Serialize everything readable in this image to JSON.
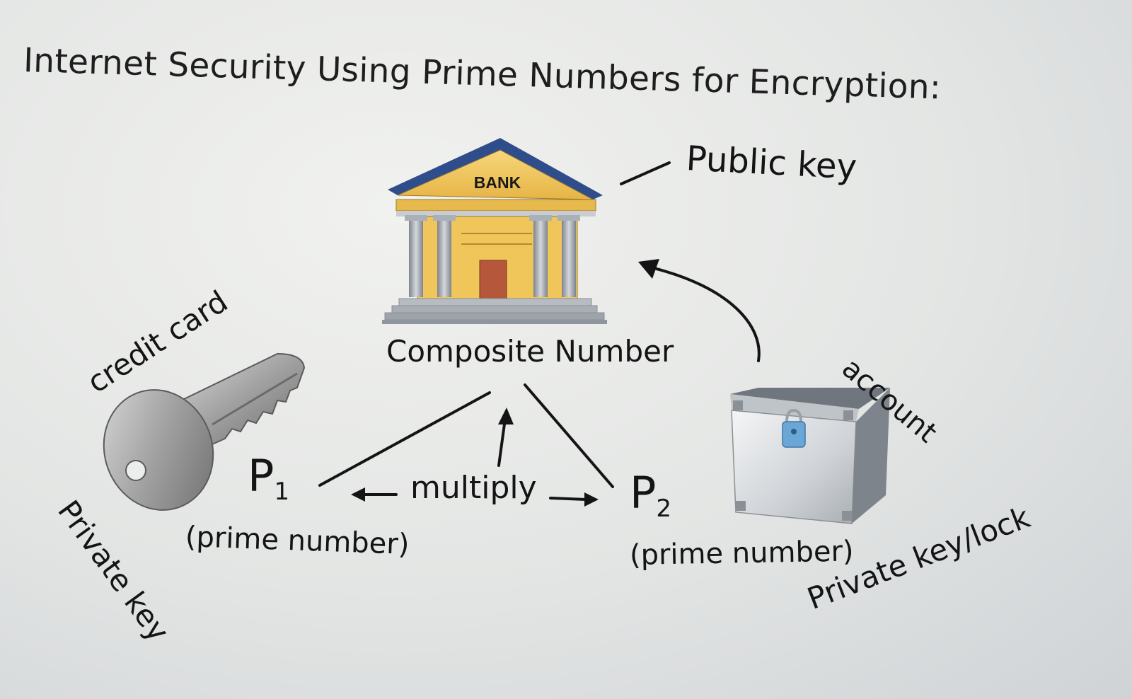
{
  "title": "Internet Security Using Prime Numbers for Encryption:",
  "bank_sign": "BANK",
  "labels": {
    "public_key": "Public key",
    "composite_number": "Composite Number",
    "credit_card": "credit card",
    "account": "account",
    "p1": "P",
    "p1_sub": "1",
    "p1_note": "(prime number)",
    "p2": "P",
    "p2_sub": "2",
    "p2_note": "(prime number)",
    "multiply": "multiply",
    "private_key_left": "Private key",
    "private_key_lock": "Private key/lock"
  },
  "colors": {
    "ink": "#141414",
    "bank_roof": "#2f4d8a",
    "bank_gold": "#f0c55a",
    "column_grey": "#9aa0a8",
    "door": "#b4573a",
    "key_grey": "#8e8e8e",
    "box_silver": "#d5d9dd",
    "lock_blue": "#6aa6d6"
  },
  "icons": [
    "bank-icon",
    "key-icon",
    "lockbox-icon"
  ]
}
